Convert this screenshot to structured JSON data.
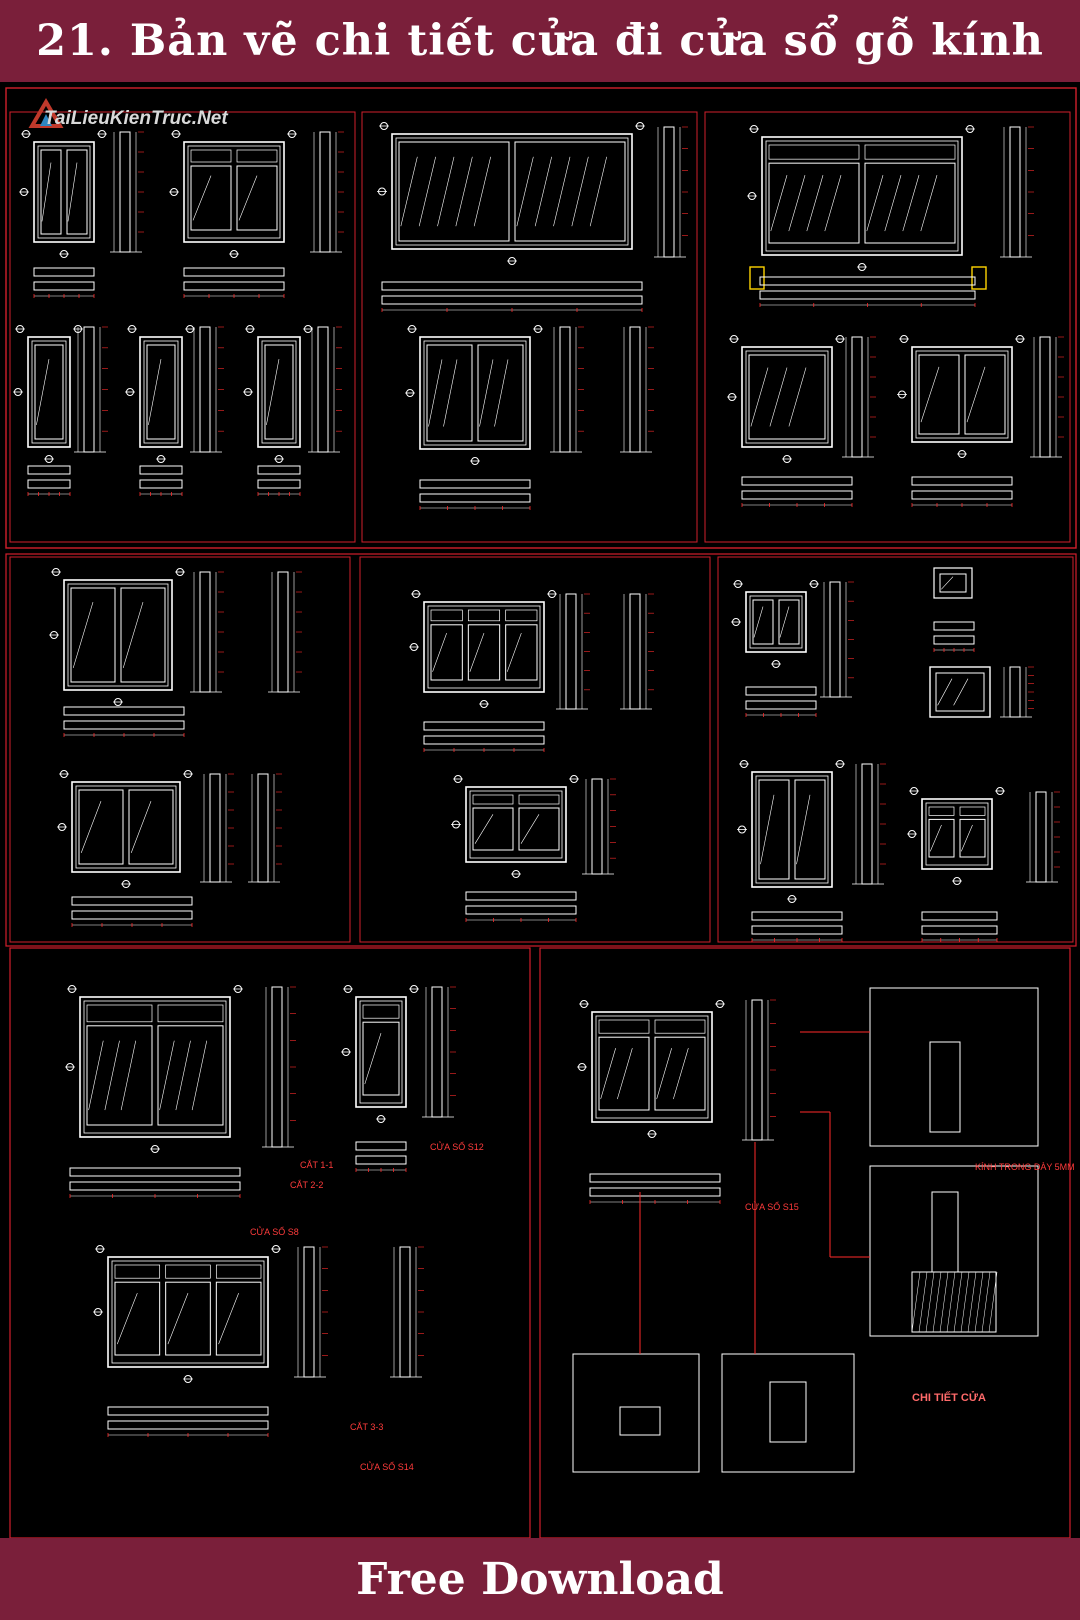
{
  "header": {
    "title": "21. Bản vẽ chi tiết cửa đi cửa sổ gỗ kính",
    "bg": "#7a1f3a"
  },
  "footer": {
    "label": "Free Download"
  },
  "watermark": {
    "text": "TaiLieuKienTruc.Net"
  },
  "drawing": {
    "line_color": "#ffffff",
    "border_color": "#d11f2c",
    "accent_color": "#ff2a2a",
    "labels": [
      "CẮT 1-1",
      "CẮT 2-2",
      "CẮT 3-3",
      "CỬA SỔ S12",
      "CỬA SỔ S15",
      "CỬA SỔ S14",
      "CỬA SỔ S8",
      "CHI TIẾT CỬA",
      "KÍNH TRONG DÀY 5MM"
    ]
  }
}
